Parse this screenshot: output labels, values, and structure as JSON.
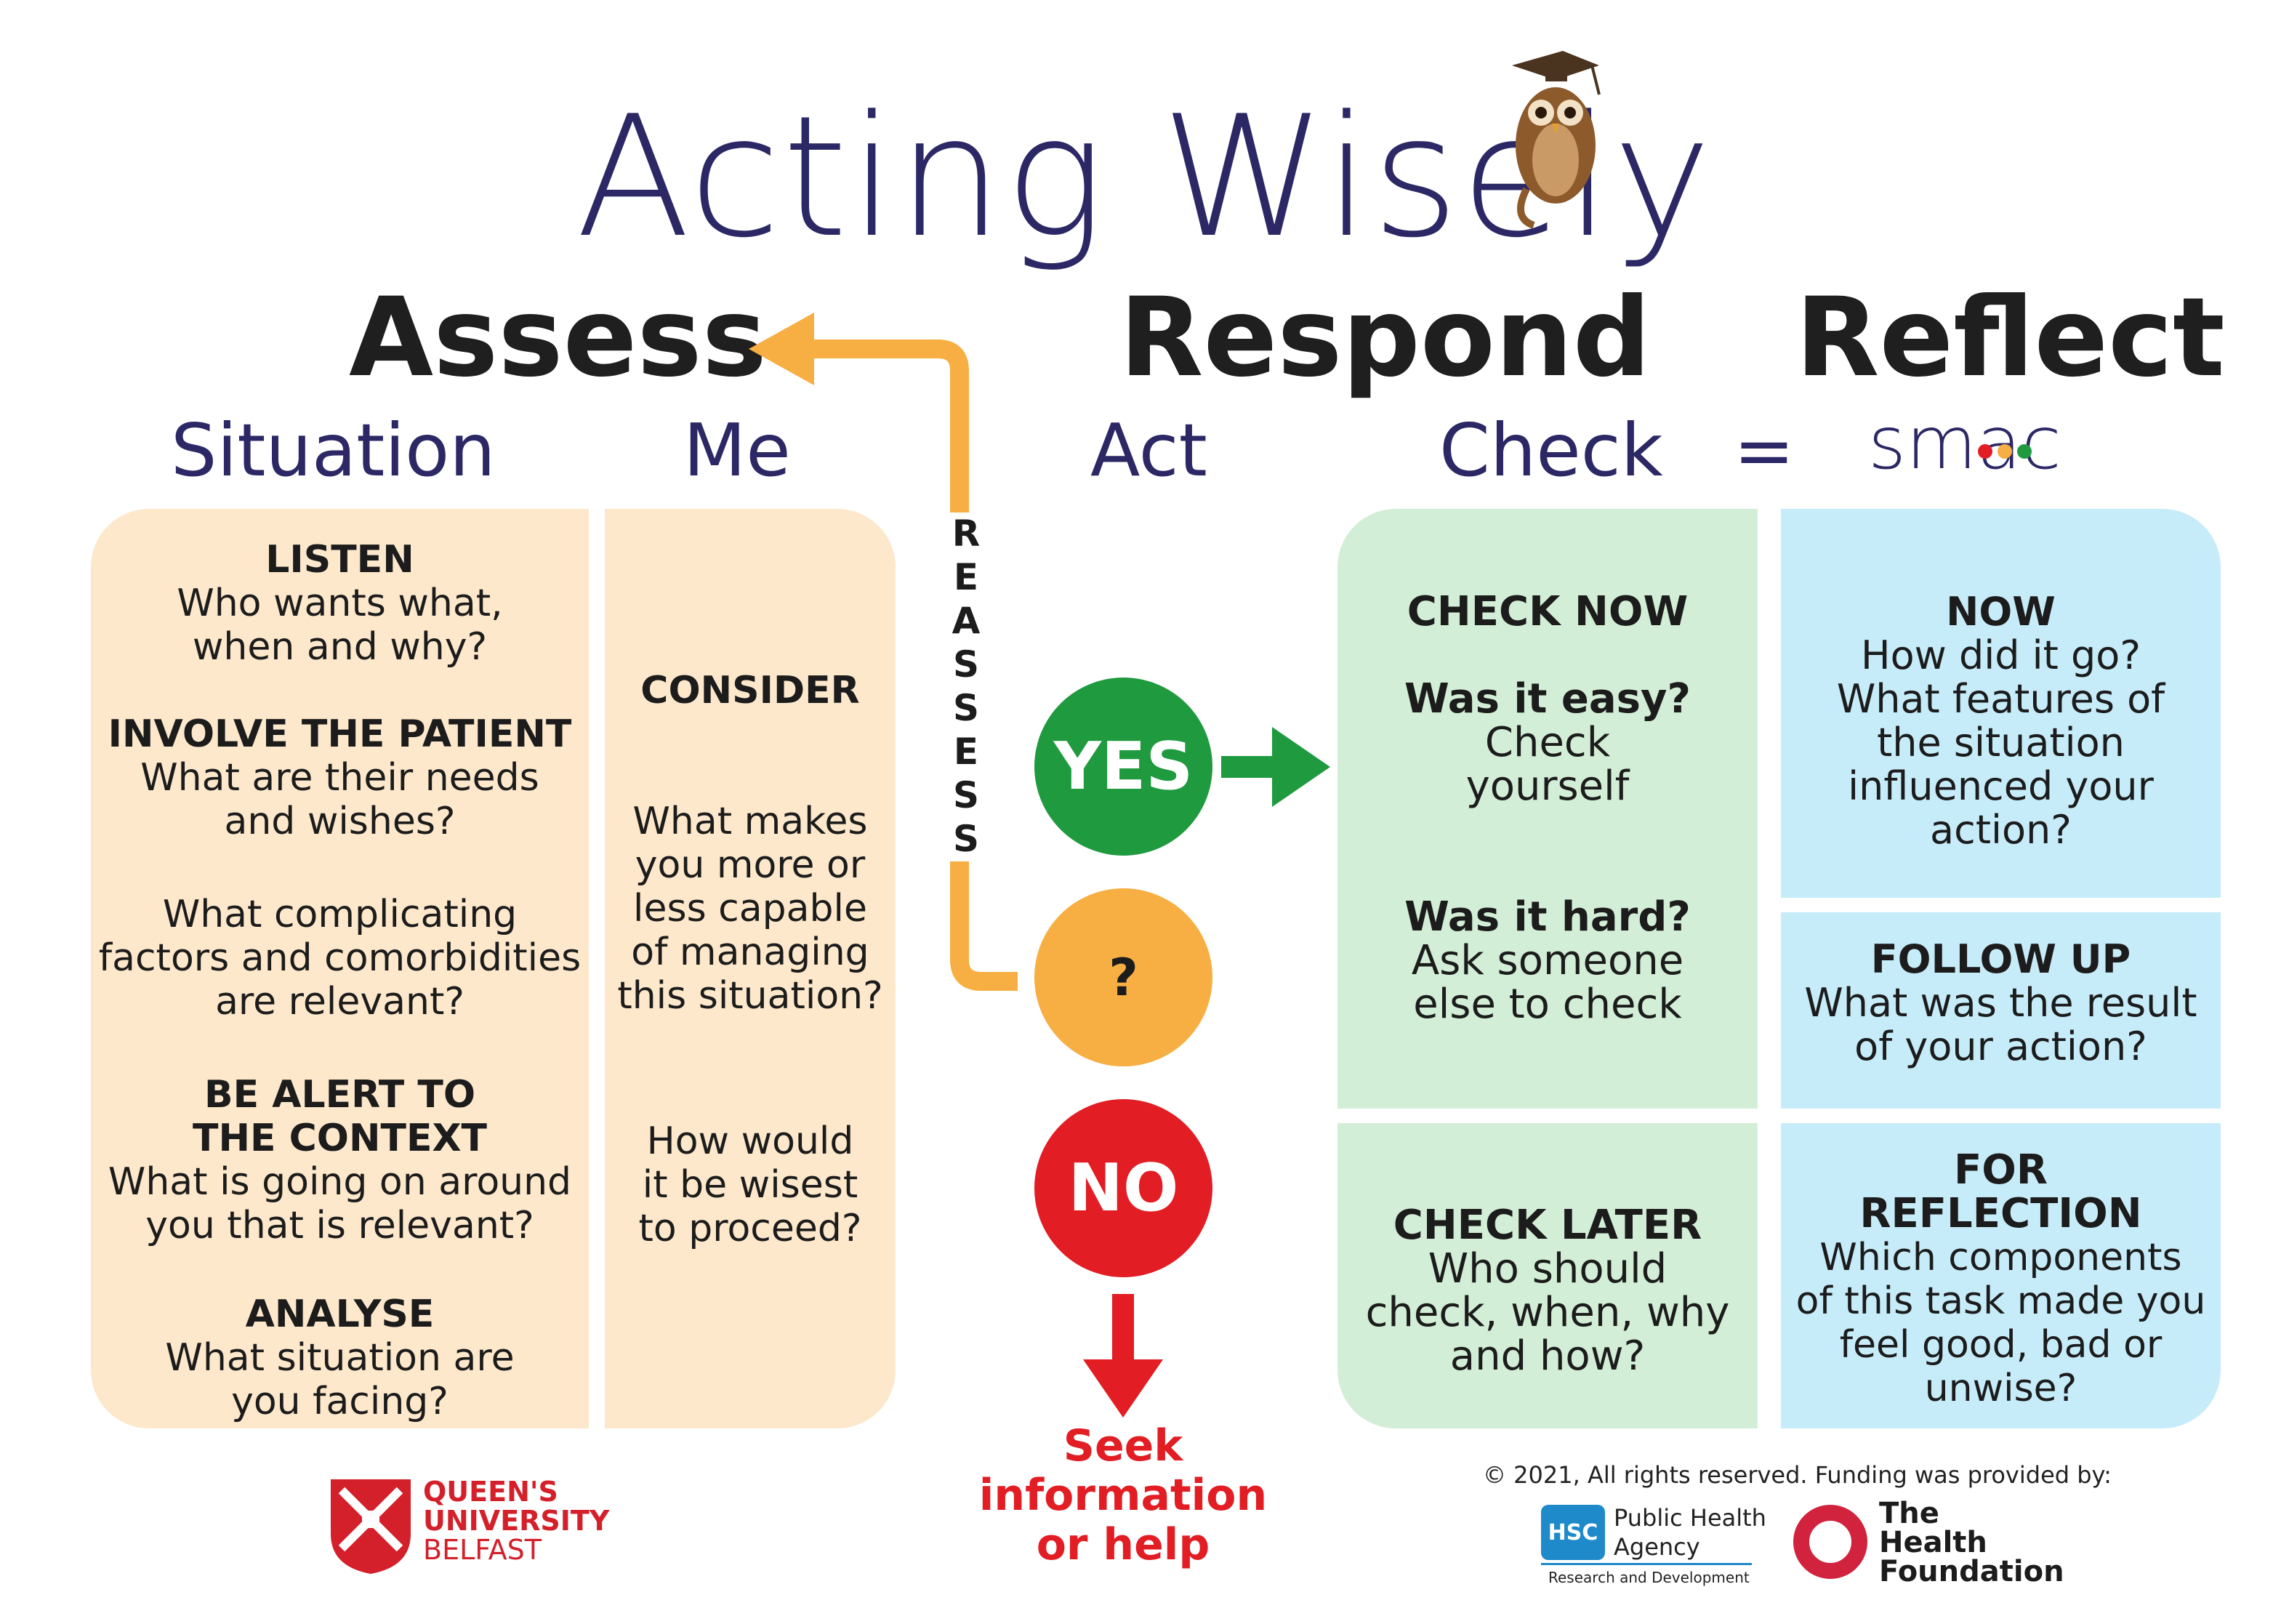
{
  "title": "Acting Wisely",
  "sections": {
    "assess": "Assess",
    "respond": "Respond",
    "reflect": "Reflect"
  },
  "subheads": {
    "situation": "Situation",
    "me": "Me",
    "act": "Act",
    "check": "Check",
    "equals": "=",
    "smac": "smac"
  },
  "situation": {
    "listen_title": "LISTEN",
    "listen_text_1": "Who wants what,",
    "listen_text_2": "when and why?",
    "involve_title": "INVOLVE THE PATIENT",
    "involve_text_1": "What are their needs",
    "involve_text_2": "and wishes?",
    "comp_1": "What complicating",
    "comp_2": "factors and comorbidities",
    "comp_3": "are relevant?",
    "alert_title_1": "BE ALERT TO",
    "alert_title_2": "THE CONTEXT",
    "alert_text_1": "What is going on around",
    "alert_text_2": "you that is relevant?",
    "analyse_title": "ANALYSE",
    "analyse_text_1": "What situation are",
    "analyse_text_2": "you facing?"
  },
  "me": {
    "consider_title": "CONSIDER",
    "q1_1": "What makes",
    "q1_2": "you more or",
    "q1_3": "less capable",
    "q1_4": "of managing",
    "q1_5": "this situation?",
    "q2_1": "How would",
    "q2_2": "it be wisest",
    "q2_3": "to proceed?"
  },
  "reassess": "REASSESS",
  "act": {
    "yes": "YES",
    "maybe": "?",
    "no": "NO",
    "seek_1": "Seek",
    "seek_2": "information",
    "seek_3": "or help"
  },
  "check": {
    "now_title": "CHECK NOW",
    "easy_title": "Was it easy?",
    "easy_1": "Check",
    "easy_2": "yourself",
    "hard_title": "Was it hard?",
    "hard_1": "Ask someone",
    "hard_2": "else to check",
    "later_title": "CHECK LATER",
    "later_1": "Who should",
    "later_2": "check, when, why",
    "later_3": "and how?"
  },
  "reflect": {
    "now_title": "NOW",
    "now_1": "How did it go?",
    "now_2": "What features of",
    "now_3": "the situation",
    "now_4": "influenced your",
    "now_5": "action?",
    "follow_title": "FOLLOW UP",
    "follow_1": "What was the result",
    "follow_2": "of your action?",
    "for_title_1": "FOR",
    "for_title_2": "REFLECTION",
    "for_1": "Which components",
    "for_2": "of this task made you",
    "for_3": "feel good, bad or",
    "for_4": "unwise?"
  },
  "footer": {
    "qub_1": "QUEEN'S",
    "qub_2": "UNIVERSITY",
    "qub_3": "BELFAST",
    "copyright": "© 2021, All rights reserved. Funding was provided by:",
    "hsc_badge": "HSC",
    "hsc_1": "Public Health",
    "hsc_2": "Agency",
    "hsc_3": "Research and Development",
    "thf_1": "The",
    "thf_2": "Health",
    "thf_3": "Foundation"
  },
  "colors": {
    "navy": "#2b2865",
    "green": "#1f9a3f",
    "amber": "#f7ae42",
    "red": "#e21d24",
    "peach": "#fde8cc",
    "mint": "#d3eed6",
    "sky": "#c7ecf9",
    "qub_red": "#d4202a",
    "hsc_blue": "#1f8ac9",
    "thf_red": "#d1233d"
  }
}
